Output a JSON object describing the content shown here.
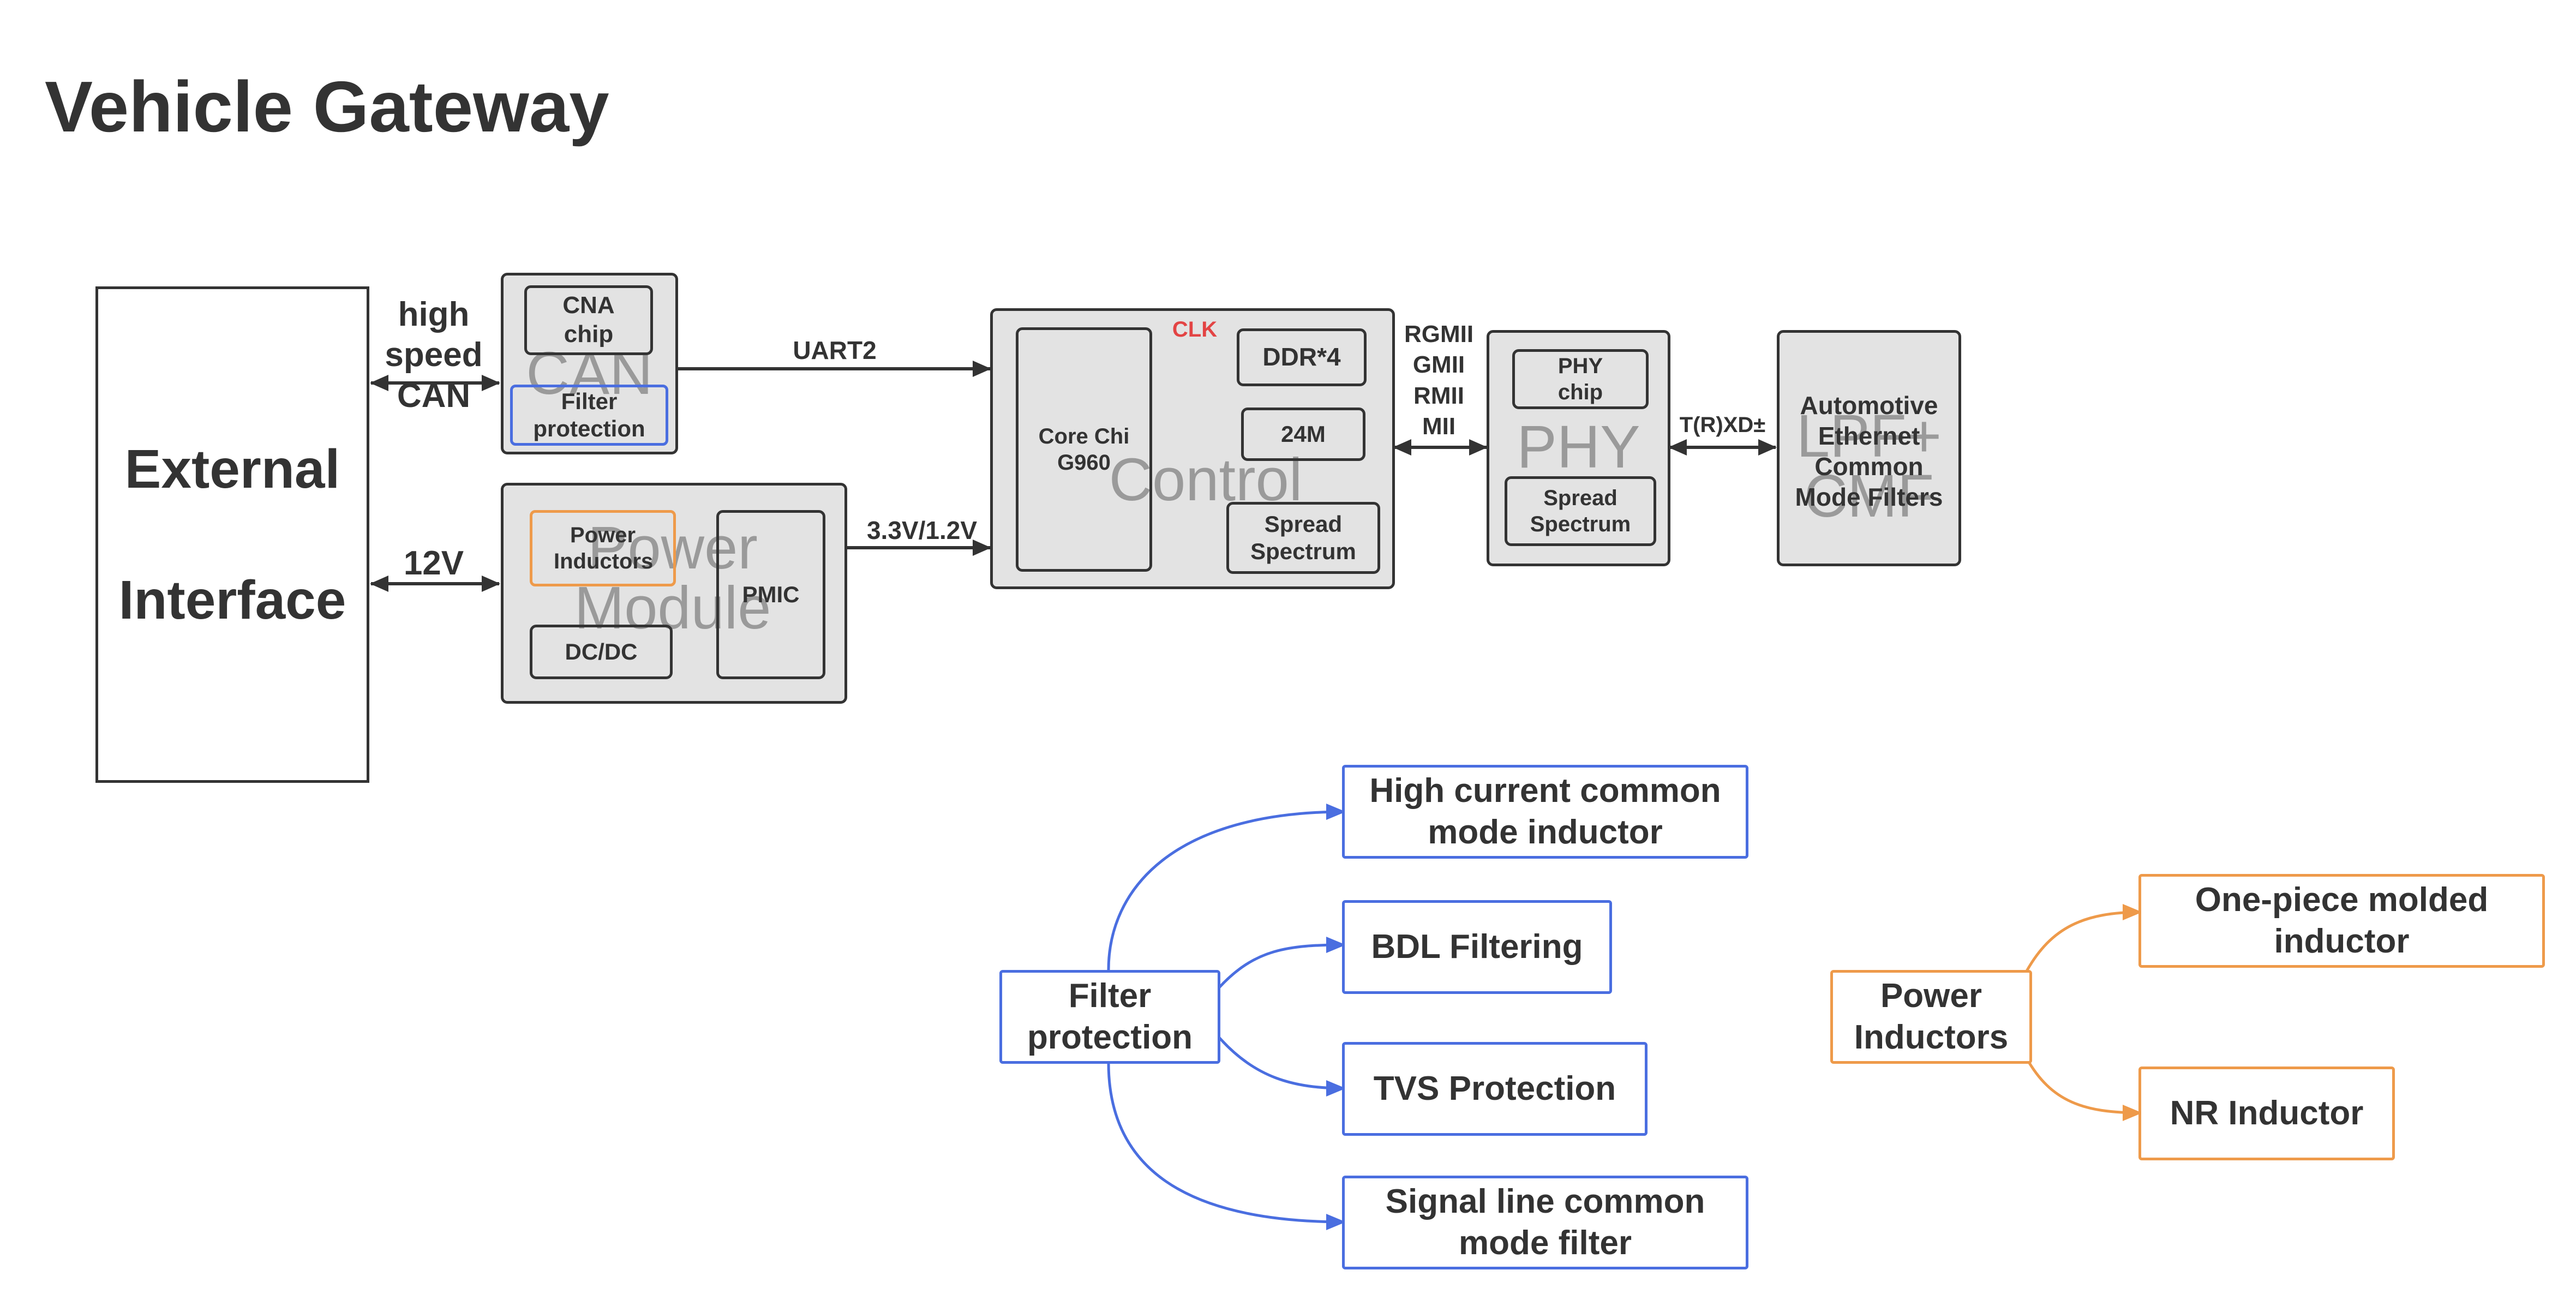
{
  "title": "Vehicle Gateway",
  "external": {
    "line1": "External",
    "line2": "Interface"
  },
  "links": {
    "hs_can": [
      "high",
      "speed",
      "CAN"
    ],
    "v12": "12V",
    "uart2": "UART2",
    "v33": "3.3V/1.2V",
    "clk": "CLK",
    "rgmii": [
      "RGMII",
      "GMII",
      "RMII",
      "MII"
    ],
    "txd": "T(R)XD±"
  },
  "can_block": {
    "watermark": "CAN",
    "cna_chip": "CNA chip",
    "filter": "Filter protection"
  },
  "power_block": {
    "watermark": [
      "Power",
      "Module"
    ],
    "inductors": "Power Inductors",
    "dcdc": "DC/DC",
    "pmic": "PMIC"
  },
  "control_block": {
    "watermark": "Control",
    "core": [
      "Core Chi",
      "G960"
    ],
    "ddr": "DDR*4",
    "osc": "24M",
    "spread": [
      "Spread",
      "Spectrum"
    ]
  },
  "phy_block": {
    "watermark": "PHY",
    "chip": [
      "PHY",
      "chip"
    ],
    "spread": [
      "Spread",
      "Spectrum"
    ]
  },
  "ethernet_block": {
    "watermark": [
      "LPF+",
      "CMF"
    ],
    "label": [
      "Automotive",
      "Ethernet",
      "Common",
      "Mode Filters"
    ]
  },
  "filter_tree": {
    "root": [
      "Filter",
      "protection"
    ],
    "children": [
      [
        "High current common",
        "mode inductor"
      ],
      [
        "BDL Filtering"
      ],
      [
        "TVS Protection"
      ],
      [
        "Signal line common",
        "mode filter"
      ]
    ]
  },
  "power_tree": {
    "root": [
      "Power",
      "Inductors"
    ],
    "children": [
      [
        "One-piece molded",
        "inductor"
      ],
      [
        "NR Inductor"
      ]
    ]
  },
  "colors": {
    "line": "#333333",
    "box_fill": "#e3e3e3",
    "blue": "#4a6ee0",
    "orange": "#ee9a4a",
    "clk_red": "#e34444",
    "watermark": "#9a9a9a"
  }
}
